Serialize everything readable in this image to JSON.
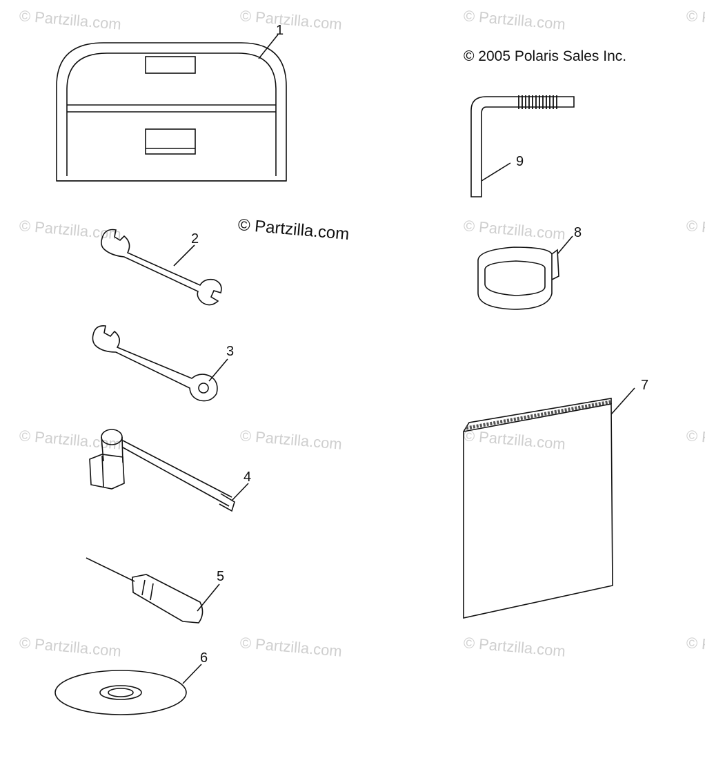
{
  "copyright": "© 2005 Polaris Sales Inc.",
  "watermark_text": "© Partzilla.com",
  "parts": [
    {
      "callout": "1",
      "icon": "toolkit-case-icon"
    },
    {
      "callout": "2",
      "icon": "open-end-wrench-icon"
    },
    {
      "callout": "3",
      "icon": "combination-wrench-icon"
    },
    {
      "callout": "4",
      "icon": "spark-plug-wrench-icon"
    },
    {
      "callout": "5",
      "icon": "screwdriver-icon"
    },
    {
      "callout": "6",
      "icon": "cd-disc-icon"
    },
    {
      "callout": "7",
      "icon": "owners-manual-icon"
    },
    {
      "callout": "8",
      "icon": "strap-icon"
    },
    {
      "callout": "9",
      "icon": "hex-key-icon"
    }
  ]
}
